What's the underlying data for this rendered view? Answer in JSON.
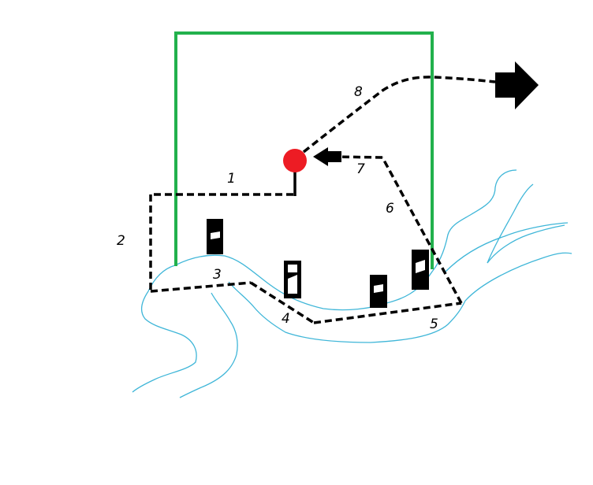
{
  "colors": {
    "background": "#ffffff",
    "fence": "#22b14c",
    "river": "#3fb6d8",
    "path": "#000000",
    "marker": "#ed1c24",
    "vehicle": "#000000",
    "vehicle_window": "#ffffff"
  },
  "diagram": {
    "step_labels": [
      "1",
      "2",
      "3",
      "4",
      "5",
      "6",
      "7",
      "8"
    ],
    "icons": {
      "start_marker": "red-circle",
      "exit_arrow": "right-arrow-icon",
      "return_arrow": "left-arrow-icon",
      "vehicle": "vehicle-icon"
    }
  }
}
